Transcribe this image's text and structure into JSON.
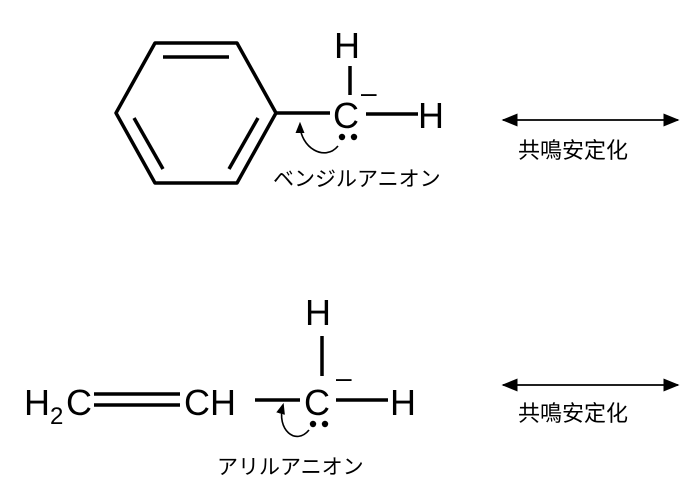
{
  "benzyl": {
    "atom_c": "C",
    "atom_h_top": "H",
    "atom_h_right": "H",
    "charge": "–",
    "name": "ベンジルアニオン",
    "resonance_label": "共鳴安定化"
  },
  "allyl": {
    "h2": "H",
    "sub2": "2",
    "c1": "C",
    "ch": "CH",
    "atom_c": "C",
    "atom_h_top": "H",
    "atom_h_right": "H",
    "charge": "–",
    "name": "アリルアニオン",
    "resonance_label": "共鳴安定化"
  }
}
